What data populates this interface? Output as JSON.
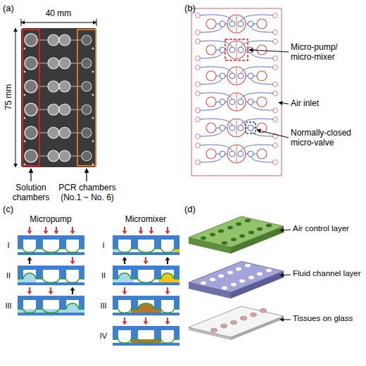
{
  "diagram": {
    "labels": [
      "(a)",
      "40 mm",
      "75 mm",
      "Solution chambers",
      "PCR chambers (No.1 ~ No. 6)",
      "(b)",
      "Micro-pump/ micro-mixer",
      "Air inlet",
      "Normally-closed micro-valve",
      "(c)",
      "Micropump",
      "Micromixer",
      "I",
      "II",
      "III",
      "I",
      "II",
      "III",
      "IV",
      "(d)",
      "Air control layer",
      "Fluid channel layer",
      "Tissues on glass"
    ]
  }
}
